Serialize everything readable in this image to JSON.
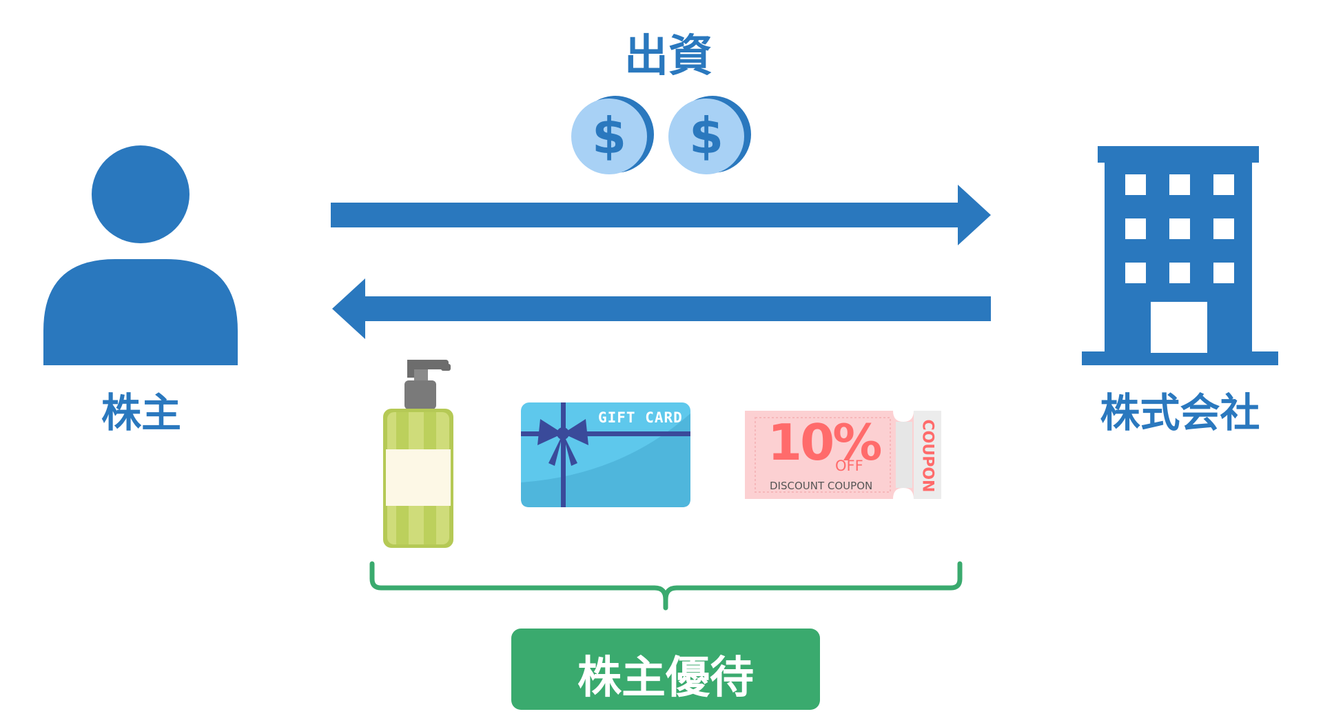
{
  "labels": {
    "investment": "出資",
    "shareholder": "株主",
    "company": "株式会社",
    "benefits": "株主優待"
  },
  "items": {
    "gift_card": "GIFT CARD",
    "coupon_percent": "10%",
    "coupon_off": "OFF",
    "coupon_discount": "DISCOUNT COUPON",
    "coupon_side": "COUPON"
  },
  "icons": {
    "coin": "dollar-coin-icon",
    "person": "person-icon",
    "building": "building-icon",
    "bottle": "pump-bottle-icon"
  },
  "colors": {
    "primary_blue": "#2a78be",
    "coin_fill": "#a8d1f5",
    "green": "#3aaa6e",
    "gift_card": "#5ec8ec",
    "coupon_red": "#ff6b6b"
  }
}
